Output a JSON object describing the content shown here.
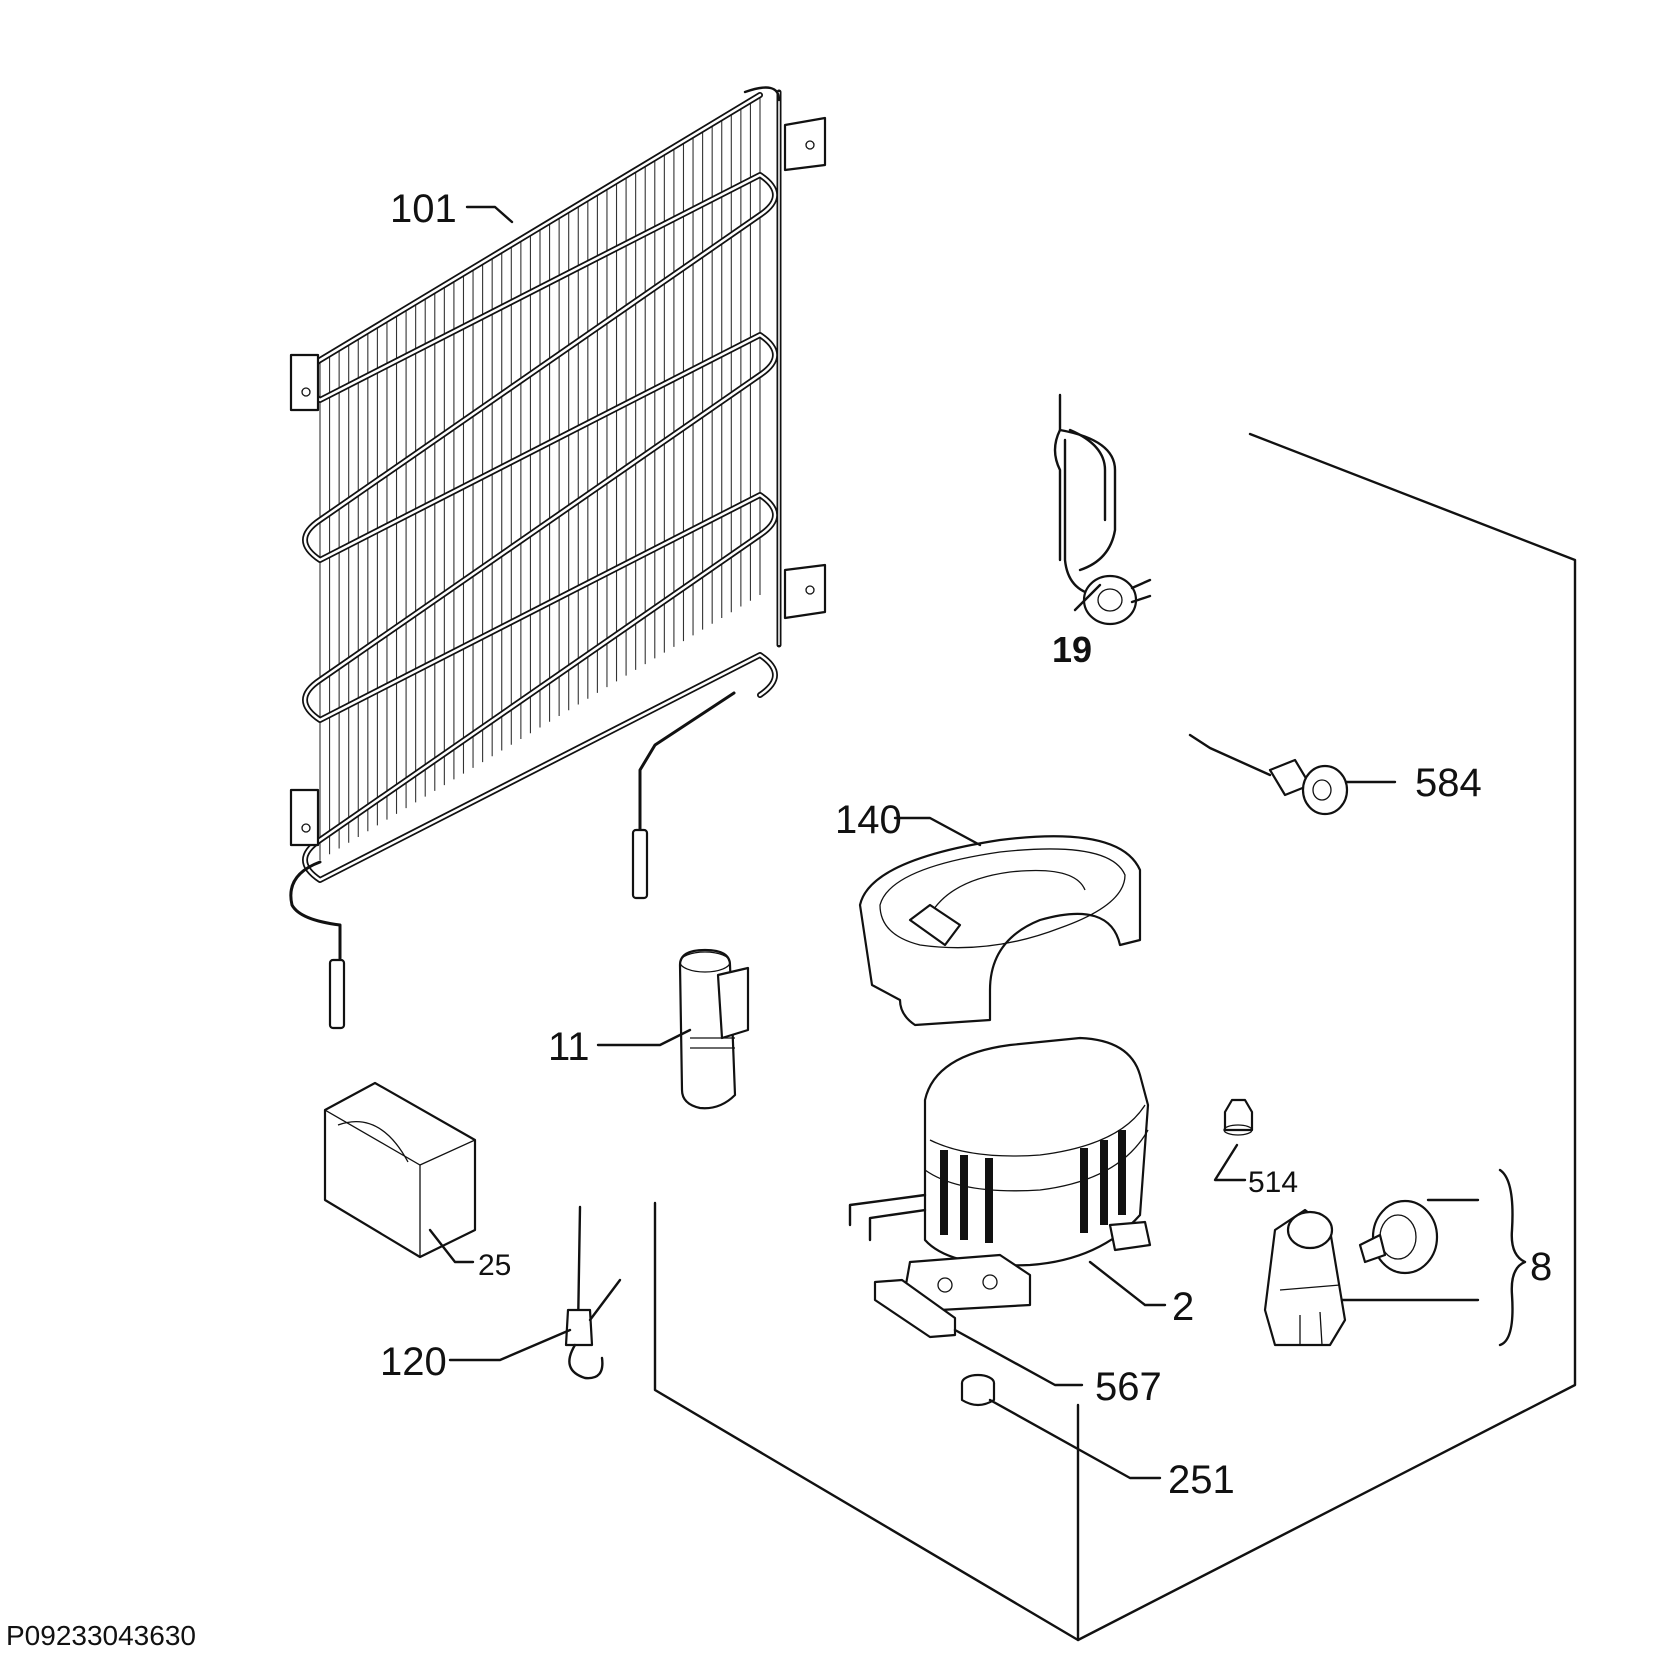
{
  "drawing_code": "P09233043630",
  "callouts": {
    "p101": "101",
    "p19": "19",
    "p584": "584",
    "p140": "140",
    "p11": "11",
    "p514": "514",
    "p8": "8",
    "p25": "25",
    "p2": "2",
    "p120": "120",
    "p567": "567",
    "p251": "251"
  },
  "icons": {
    "condenser": "condenser-coil-icon",
    "compressor": "compressor-icon",
    "mains_cable": "power-cable-icon"
  }
}
